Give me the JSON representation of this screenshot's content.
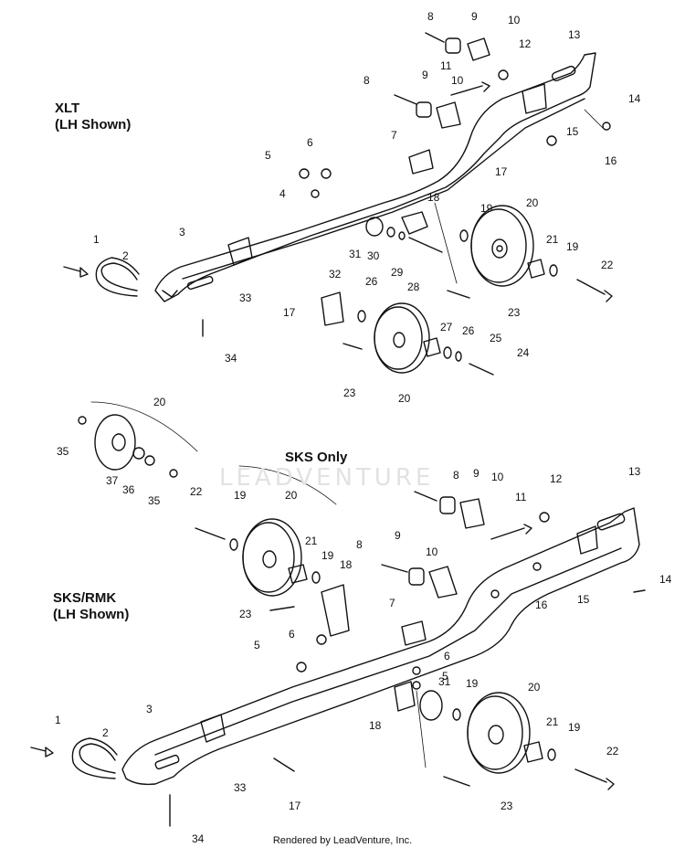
{
  "titles": {
    "xlt": "XLT",
    "xlt_sub": "(LH Shown)",
    "sks_only": "SKS Only",
    "sksrmk": "SKS/RMK",
    "sksrmk_sub": "(LH Shown)"
  },
  "watermark": "LEADVENTURE",
  "footer": "Rendered by LeadVenture, Inc.",
  "callouts_top": [
    {
      "id": "t8a",
      "text": "8"
    },
    {
      "id": "t9a",
      "text": "9"
    },
    {
      "id": "t10a",
      "text": "10"
    },
    {
      "id": "t13",
      "text": "13"
    },
    {
      "id": "t12",
      "text": "12"
    },
    {
      "id": "t8b",
      "text": "8"
    },
    {
      "id": "t9b",
      "text": "9"
    },
    {
      "id": "t11",
      "text": "11"
    },
    {
      "id": "t10b",
      "text": "10"
    },
    {
      "id": "t14",
      "text": "14"
    },
    {
      "id": "t15",
      "text": "15"
    },
    {
      "id": "t16",
      "text": "16"
    },
    {
      "id": "t5",
      "text": "5"
    },
    {
      "id": "t6",
      "text": "6"
    },
    {
      "id": "t7",
      "text": "7"
    },
    {
      "id": "t17a",
      "text": "17"
    },
    {
      "id": "t4",
      "text": "4"
    },
    {
      "id": "t18",
      "text": "18"
    },
    {
      "id": "t19a",
      "text": "19"
    },
    {
      "id": "t20a",
      "text": "20"
    },
    {
      "id": "t1",
      "text": "1"
    },
    {
      "id": "t3",
      "text": "3"
    },
    {
      "id": "t31",
      "text": "31"
    },
    {
      "id": "t30",
      "text": "30"
    },
    {
      "id": "t29",
      "text": "29"
    },
    {
      "id": "t21",
      "text": "21"
    },
    {
      "id": "t19b",
      "text": "19"
    },
    {
      "id": "t2",
      "text": "2"
    },
    {
      "id": "t22",
      "text": "22"
    },
    {
      "id": "t33",
      "text": "33"
    },
    {
      "id": "t32",
      "text": "32"
    },
    {
      "id": "t28",
      "text": "28"
    },
    {
      "id": "t26a",
      "text": "26"
    },
    {
      "id": "t23a",
      "text": "23"
    },
    {
      "id": "t17b",
      "text": "17"
    },
    {
      "id": "t27",
      "text": "27"
    },
    {
      "id": "t26b",
      "text": "26"
    },
    {
      "id": "t25",
      "text": "25"
    },
    {
      "id": "t34",
      "text": "34"
    },
    {
      "id": "t24",
      "text": "24"
    },
    {
      "id": "t23b",
      "text": "23"
    },
    {
      "id": "t20b",
      "text": "20"
    }
  ],
  "callouts_bottom": [
    {
      "id": "b20a",
      "text": "20"
    },
    {
      "id": "b35a",
      "text": "35"
    },
    {
      "id": "b37",
      "text": "37"
    },
    {
      "id": "b36",
      "text": "36"
    },
    {
      "id": "b35b",
      "text": "35"
    },
    {
      "id": "b8a",
      "text": "8"
    },
    {
      "id": "b9a",
      "text": "9"
    },
    {
      "id": "b10a",
      "text": "10"
    },
    {
      "id": "b13",
      "text": "13"
    },
    {
      "id": "b12",
      "text": "12"
    },
    {
      "id": "b11",
      "text": "11"
    },
    {
      "id": "b22a",
      "text": "22"
    },
    {
      "id": "b20b",
      "text": "20"
    },
    {
      "id": "b19a",
      "text": "19"
    },
    {
      "id": "b8b",
      "text": "8"
    },
    {
      "id": "b9b",
      "text": "9"
    },
    {
      "id": "b21a",
      "text": "21"
    },
    {
      "id": "b18a",
      "text": "18"
    },
    {
      "id": "b19b",
      "text": "19"
    },
    {
      "id": "b10b",
      "text": "10"
    },
    {
      "id": "b14",
      "text": "14"
    },
    {
      "id": "b15",
      "text": "15"
    },
    {
      "id": "b16",
      "text": "16"
    },
    {
      "id": "b23a",
      "text": "23"
    },
    {
      "id": "b7",
      "text": "7"
    },
    {
      "id": "b6a",
      "text": "6"
    },
    {
      "id": "b5a",
      "text": "5"
    },
    {
      "id": "b6b",
      "text": "6"
    },
    {
      "id": "b5b",
      "text": "5"
    },
    {
      "id": "b31",
      "text": "31"
    },
    {
      "id": "b19c",
      "text": "19"
    },
    {
      "id": "b20c",
      "text": "20"
    },
    {
      "id": "b3",
      "text": "3"
    },
    {
      "id": "b18b",
      "text": "18"
    },
    {
      "id": "b1",
      "text": "1"
    },
    {
      "id": "b2",
      "text": "2"
    },
    {
      "id": "b21b",
      "text": "21"
    },
    {
      "id": "b19d",
      "text": "19"
    },
    {
      "id": "b22b",
      "text": "22"
    },
    {
      "id": "b33",
      "text": "33"
    },
    {
      "id": "b17",
      "text": "17"
    },
    {
      "id": "b23b",
      "text": "23"
    },
    {
      "id": "b34",
      "text": "34"
    }
  ]
}
